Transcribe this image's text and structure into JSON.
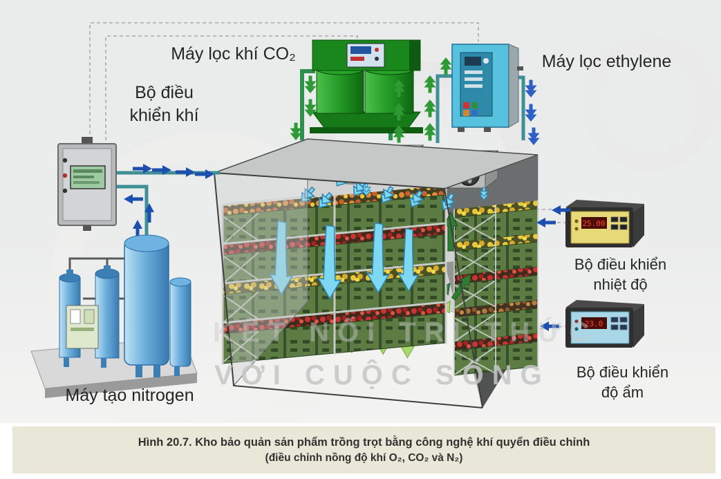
{
  "figure_caption": {
    "line1": "Hình 20.7. Kho bảo quản sản phẩm trồng trọt bằng công nghệ khí quyển điều chỉnh",
    "line2": "(điều chỉnh nồng độ khí O₂, CO₂ và N₂)"
  },
  "labels": {
    "co2_filter": "Máy lọc khí CO₂",
    "ethylene_filter": "Máy lọc ethylene",
    "gas_controller": {
      "line1": "Bộ điều",
      "line2": "khiển khí"
    },
    "nitrogen_generator": "Máy tạo nitrogen",
    "temperature_controller": {
      "line1": "Bộ điều khiển",
      "line2": "nhiệt độ"
    },
    "humidity_controller": {
      "line1": "Bộ điều khiển",
      "line2": "độ ẩm"
    }
  },
  "device_readouts": {
    "temperature_display": "25.00",
    "humidity_display": "23.0"
  },
  "watermark": {
    "line1": "KẾT NỐI TRI THỨC",
    "line2": "VỚI CUỘC SỐNG"
  },
  "colors": {
    "caption_background": "#e9e7d7",
    "diagram_background": "#ebecec",
    "co2_machine_green": "#1a871d",
    "ethylene_machine_blue": "#57c2de",
    "nitrogen_tank_blue": "#5aa7d8",
    "pipe_teal": "#3f8f96",
    "arrow_blue": "#1d4fae",
    "arrow_green": "#2f9a35",
    "arrow_cyan": "#7fd8f2",
    "arrow_dark_green": "#2e7d33",
    "arrow_light_green": "#a8d86a",
    "temp_controller_face": "#e8d978",
    "humidity_controller_face": "#a8d8e8",
    "display_red": "#ff4530"
  }
}
